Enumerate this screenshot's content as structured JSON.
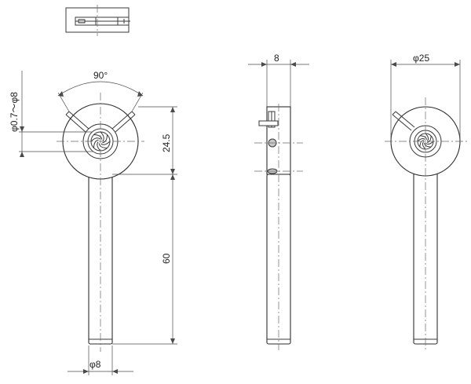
{
  "dimensions": {
    "angle": "90°",
    "aperture_range": "φ0.7～φ8",
    "head_offset": "24.5",
    "rod_length": "60",
    "rod_diameter": "φ8",
    "thickness": "8",
    "outer_diameter": "φ25"
  },
  "colors": {
    "line": "#3a3a3a",
    "centerline": "#6a6a6a",
    "fill": "#c8c8c8"
  }
}
